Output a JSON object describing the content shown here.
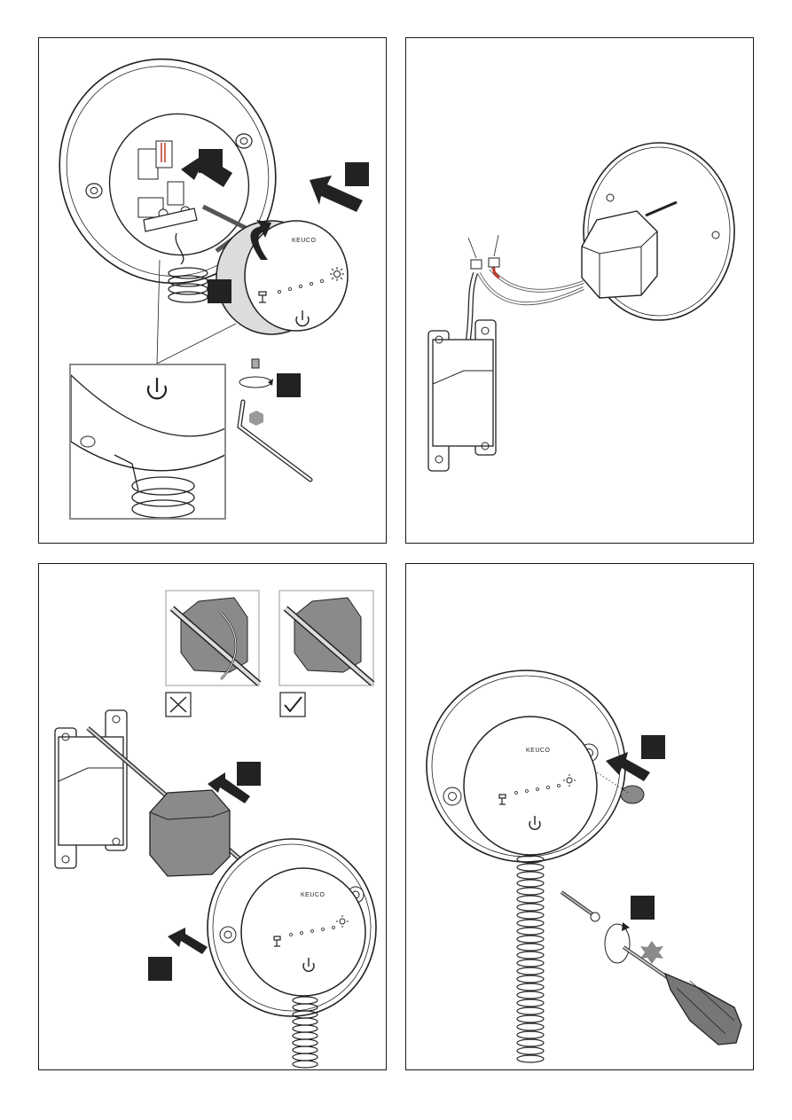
{
  "panels": [
    {
      "id": "panel-1"
    },
    {
      "id": "panel-2"
    },
    {
      "id": "panel-3"
    },
    {
      "id": "panel-4"
    }
  ],
  "brand_label": "KEUCO",
  "icons": {
    "power": "power-icon",
    "light": "sun-icon",
    "shower": "shower-icon",
    "wrong": "cross-mark-icon",
    "right": "check-mark-icon"
  },
  "colors": {
    "step_box": "#222222",
    "box_grey": "#8a8a8a",
    "wire_red": "#c0392b",
    "zoom_border": "#8c8c8c"
  }
}
